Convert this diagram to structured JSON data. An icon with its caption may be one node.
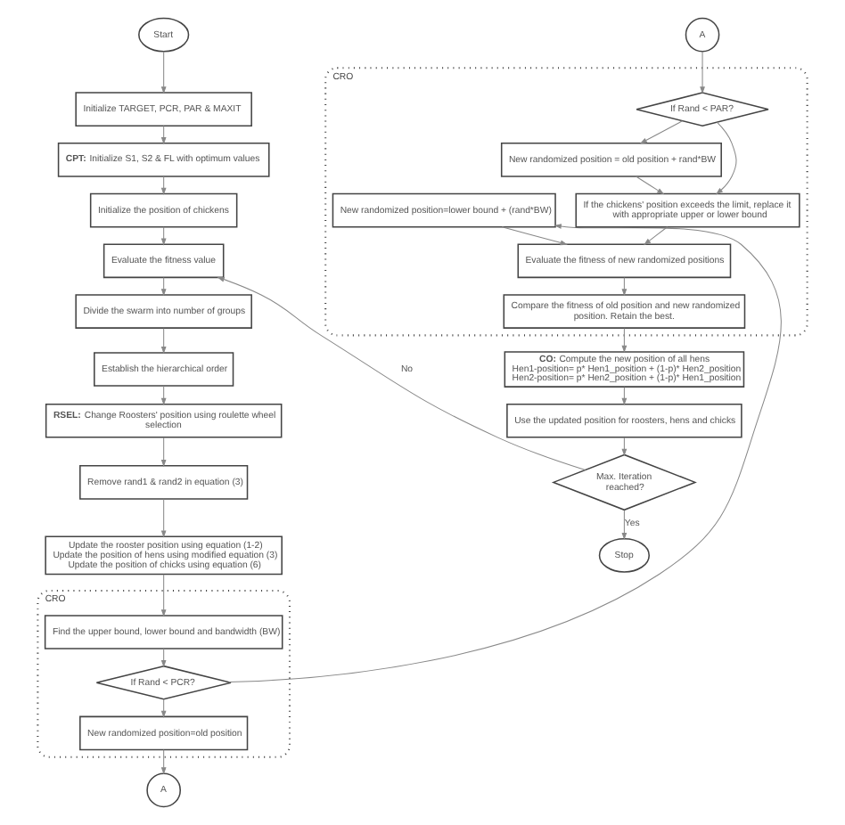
{
  "diagram": {
    "nodes": [
      {
        "text": [
          "Start"
        ]
      },
      {
        "text": [
          "Initialize TARGET, PCR, PAR & MAXIT"
        ]
      },
      {
        "text": [
          "**CPT:** Initialize S1, S2 & FL with optimum values"
        ]
      },
      {
        "text": [
          "Initialize the position of chickens"
        ]
      },
      {
        "text": [
          "Evaluate the fitness value"
        ]
      },
      {
        "text": [
          "Divide the swarm into number of groups"
        ]
      },
      {
        "text": [
          "Establish the hierarchical order"
        ]
      },
      {
        "text": [
          "**RSEL:** Change Roosters' position using roulette wheel selection"
        ]
      },
      {
        "text": [
          "Remove rand1 & rand2 in equation (3)"
        ]
      },
      {
        "text": [
          "Update the rooster position using equation (1-2)",
          "Update the position of hens using modified equation (3)",
          "Update the position of chicks using equation (6)"
        ]
      },
      {
        "text": [
          "CRO"
        ]
      },
      {
        "text": [
          "Find the upper bound, lower bound and bandwidth (BW)"
        ],
        "in": 10
      },
      {
        "text": [
          "If Rand < PCR?"
        ],
        "in": 10
      },
      {
        "text": [
          "New randomized position=old position"
        ],
        "in": 10
      },
      {
        "text": [
          "A"
        ]
      },
      {
        "text": [
          "A"
        ]
      },
      {
        "text": [
          "CRO"
        ]
      },
      {
        "text": [
          "If Rand < PAR?"
        ],
        "in": 16
      },
      {
        "text": [
          "New randomized position = old position + rand*BW"
        ],
        "in": 16
      },
      {
        "text": [
          "If the chickens' position exceeds the limit, replace it with appropriate upper or lower bound"
        ],
        "in": 16
      },
      {
        "text": [
          "New randomized position=lower bound + (rand*BW)"
        ],
        "in": 16
      },
      {
        "text": [
          "Evaluate the fitness of new randomized positions"
        ],
        "in": 16
      },
      {
        "text": [
          "Compare the fitness of old position and new randomized position. Retain the best."
        ],
        "in": 16
      },
      {
        "text": [
          "**CO:** Compute the new position of all hens",
          "Hen1-position= p* Hen1_position + (1-p)* Hen2_position",
          "Hen2-position= p* Hen2_position + (1-p)* Hen1_position"
        ]
      },
      {
        "text": [
          "Use the updated position for roosters, hens and chicks"
        ]
      },
      {
        "text": [
          "Max. Iteration reached?"
        ]
      },
      {
        "text": [
          "Stop"
        ]
      }
    ],
    "edges": [
      {
        "from": 0,
        "to": 1,
        "arrow": "to"
      },
      {
        "from": 1,
        "to": 2,
        "arrow": "to"
      },
      {
        "from": 2,
        "to": 3,
        "arrow": "to"
      },
      {
        "from": 3,
        "to": 4,
        "arrow": "to"
      },
      {
        "from": 4,
        "to": 5,
        "arrow": "to"
      },
      {
        "from": 5,
        "to": 6,
        "arrow": "to"
      },
      {
        "from": 6,
        "to": 7,
        "arrow": "to"
      },
      {
        "from": 7,
        "to": 8,
        "arrow": "to"
      },
      {
        "from": 8,
        "to": 9,
        "arrow": "to"
      },
      {
        "from": 9,
        "to": 11,
        "arrow": "to"
      },
      {
        "from": 11,
        "to": 12,
        "arrow": "to"
      },
      {
        "from": 12,
        "to": 13,
        "arrow": "to"
      },
      {
        "from": 13,
        "to": 14,
        "arrow": "to"
      },
      {
        "from": 15,
        "to": 17,
        "arrow": "to"
      },
      {
        "from": 17,
        "to": 18,
        "arrow": "to"
      },
      {
        "from": 18,
        "to": 19,
        "arrow": "to"
      },
      {
        "from": 17,
        "to": 19,
        "arrow": "to"
      },
      {
        "from": 12,
        "to": 20,
        "arrow": "to"
      },
      {
        "from": 19,
        "to": 21,
        "arrow": "to"
      },
      {
        "from": 20,
        "to": 21,
        "arrow": "to"
      },
      {
        "from": 21,
        "to": 22,
        "arrow": "to"
      },
      {
        "from": 22,
        "to": 23,
        "arrow": "to"
      },
      {
        "from": 23,
        "to": 24,
        "arrow": "to"
      },
      {
        "from": 24,
        "to": 25,
        "arrow": "to"
      },
      {
        "from": 25,
        "to": 26,
        "arrow": "to",
        "label": "Yes"
      },
      {
        "from": 25,
        "to": 4,
        "arrow": "to",
        "label": "No"
      }
    ]
  }
}
